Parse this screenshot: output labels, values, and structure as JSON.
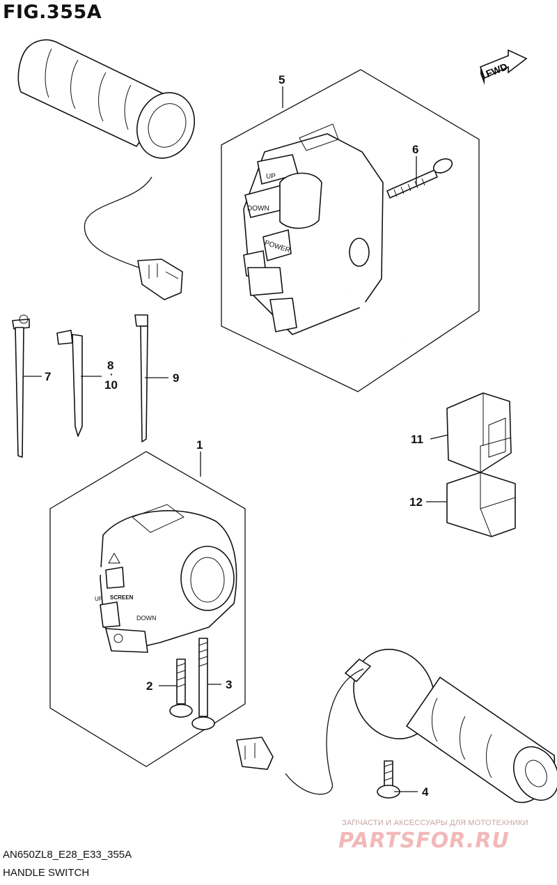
{
  "figure": {
    "number": "FIG.355A",
    "model_code": "AN650ZL8_E28_E33_355A",
    "title": "HANDLE SWITCH"
  },
  "direction_badge": "FWD",
  "callouts": {
    "c1": "1",
    "c2": "2",
    "c3": "3",
    "c4": "4",
    "c5": "5",
    "c6": "6",
    "c7": "7",
    "c8": "8",
    "c8dot": "·",
    "c10": "10",
    "c9": "9",
    "c11": "11",
    "c12": "12"
  },
  "switch_labels": {
    "up": "UP",
    "down": "DOWN",
    "power": "POWER",
    "screen": "SCREEN",
    "screen_up": "UP",
    "screen_down": "DOWN"
  },
  "watermark": {
    "caption": "ЗАПЧАСТИ И АКСЕССУАРЫ ДЛЯ МОТОТЕХНИКИ",
    "brand": "PARTSFOR.RU",
    "brand_color": "#f2b8b8"
  }
}
